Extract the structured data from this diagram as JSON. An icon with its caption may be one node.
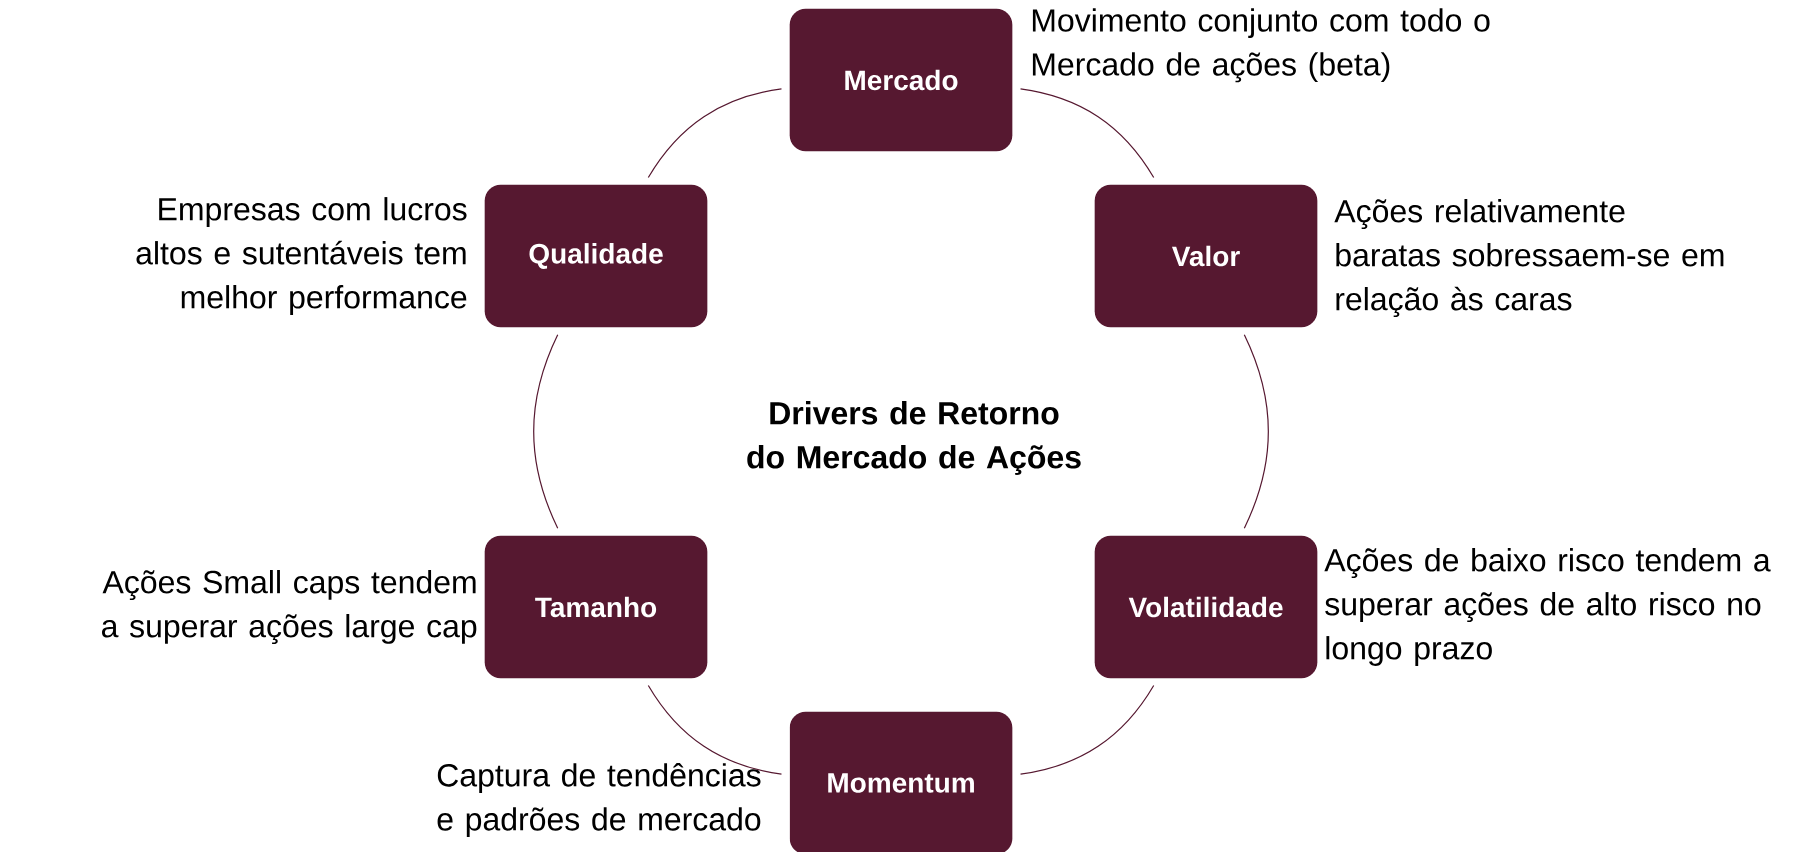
{
  "diagram": {
    "title": "Drivers de Retorno do Mercado de Ações",
    "nodes": [
      {
        "text": [
          "Mercado"
        ],
        "beside": [
          "Movimento conjunto com todo o Mercado de ações (beta)"
        ]
      },
      {
        "text": [
          "Valor"
        ],
        "beside": [
          "Ações relativamente baratas sobressaem-se em relação às caras"
        ]
      },
      {
        "text": [
          "Volatilidade"
        ],
        "beside": [
          "Ações de baixo risco tendem a superar ações de alto risco no longo prazo"
        ]
      },
      {
        "text": [
          "Momentum"
        ],
        "beside": [
          "Captura de tendências e padrões de mercado"
        ]
      },
      {
        "text": [
          "Tamanho"
        ],
        "beside": [
          "Ações Small caps tendem a superar ações large cap"
        ]
      },
      {
        "text": [
          "Qualidade"
        ],
        "beside": [
          "Empresas com lucros altos e sutentáveis tem melhor performance"
        ]
      }
    ],
    "edges": [
      {
        "from": 0,
        "to": 1,
        "arrow": "none"
      },
      {
        "from": 1,
        "to": 2,
        "arrow": "none"
      },
      {
        "from": 2,
        "to": 3,
        "arrow": "none"
      },
      {
        "from": 3,
        "to": 4,
        "arrow": "none"
      },
      {
        "from": 4,
        "to": 5,
        "arrow": "none"
      },
      {
        "from": 5,
        "to": 0,
        "arrow": "none"
      }
    ]
  }
}
